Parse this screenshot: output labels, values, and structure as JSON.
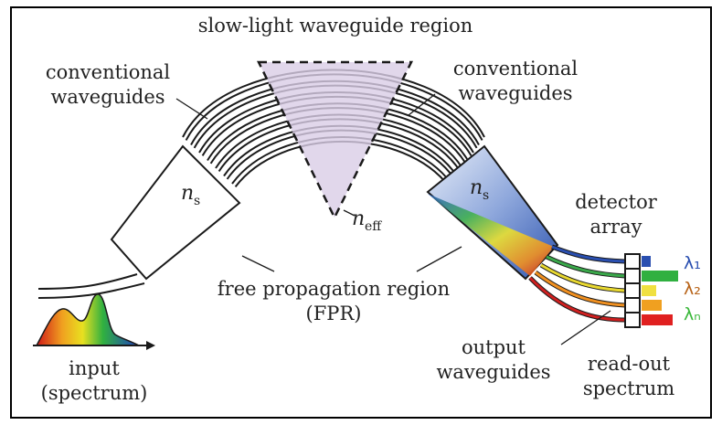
{
  "labels": {
    "slow_light_region": "slow-light waveguide region",
    "conventional_left_1": "conventional",
    "conventional_left_2": "waveguides",
    "conventional_right_1": "conventional",
    "conventional_right_2": "waveguides",
    "n_s_left": "n",
    "n_s_left_sub": "s",
    "n_s_right": "n",
    "n_s_right_sub": "s",
    "n_eff": "n",
    "n_eff_sub": "eff",
    "fpr_1": "free propagation region",
    "fpr_2": "(FPR)",
    "detector_1": "detector",
    "detector_2": "array",
    "lambda_1": "λ₁",
    "lambda_2": "λ₂",
    "lambda_n": "λₙ",
    "output_1": "output",
    "output_2": "waveguides",
    "readout_1": "read-out",
    "readout_2": "spectrum",
    "input_1": "input",
    "input_2": "(spectrum)"
  },
  "colors": {
    "outline": "#1a1a1a",
    "slow_light_fill": "#d9cde6",
    "fpr_right_blue": "#3b66b8",
    "lambda_1": "#2a4fb0",
    "lambda_2": "#b8641a",
    "lambda_n": "#3bb83b"
  }
}
